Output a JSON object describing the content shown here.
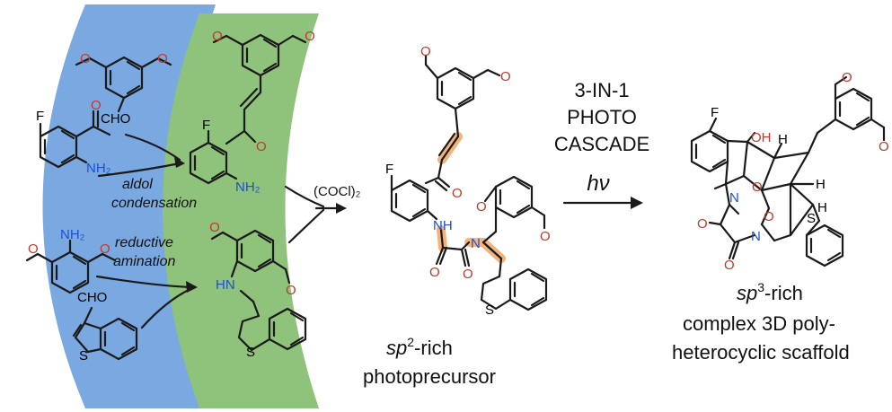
{
  "colors": {
    "blue_band": "#7aa8e0",
    "green_band": "#8fc27a",
    "highlight": "#f2b37c",
    "oxygen": "#c0392b",
    "nitrogen": "#1f4fd1",
    "sulfur": "#1a1a1a",
    "text": "#111111"
  },
  "atoms": {
    "F": "F",
    "O": "O",
    "NH2": "NH₂",
    "NH": "NH",
    "HN": "HN",
    "N": "N",
    "S": "S",
    "CHO": "CHO",
    "OH": "OH",
    "H": "H"
  },
  "steps": {
    "aldol_1": "aldol",
    "aldol_2": "condensation",
    "reductive_1": "reductive",
    "reductive_2": "amination",
    "reagent": "(COCl)₂",
    "cascade_1": "3-IN-1",
    "cascade_2": "PHOTO",
    "cascade_3": "CASCADE",
    "hv": "hν"
  },
  "captions": {
    "precursor_prefix": "sp",
    "precursor_sup": "2",
    "precursor_suffix": "-rich",
    "precursor_2": "photoprecursor",
    "product_prefix": "sp",
    "product_sup": "3",
    "product_suffix": "-rich",
    "product_2": "complex 3D poly-",
    "product_3": "heterocyclic scaffold"
  }
}
